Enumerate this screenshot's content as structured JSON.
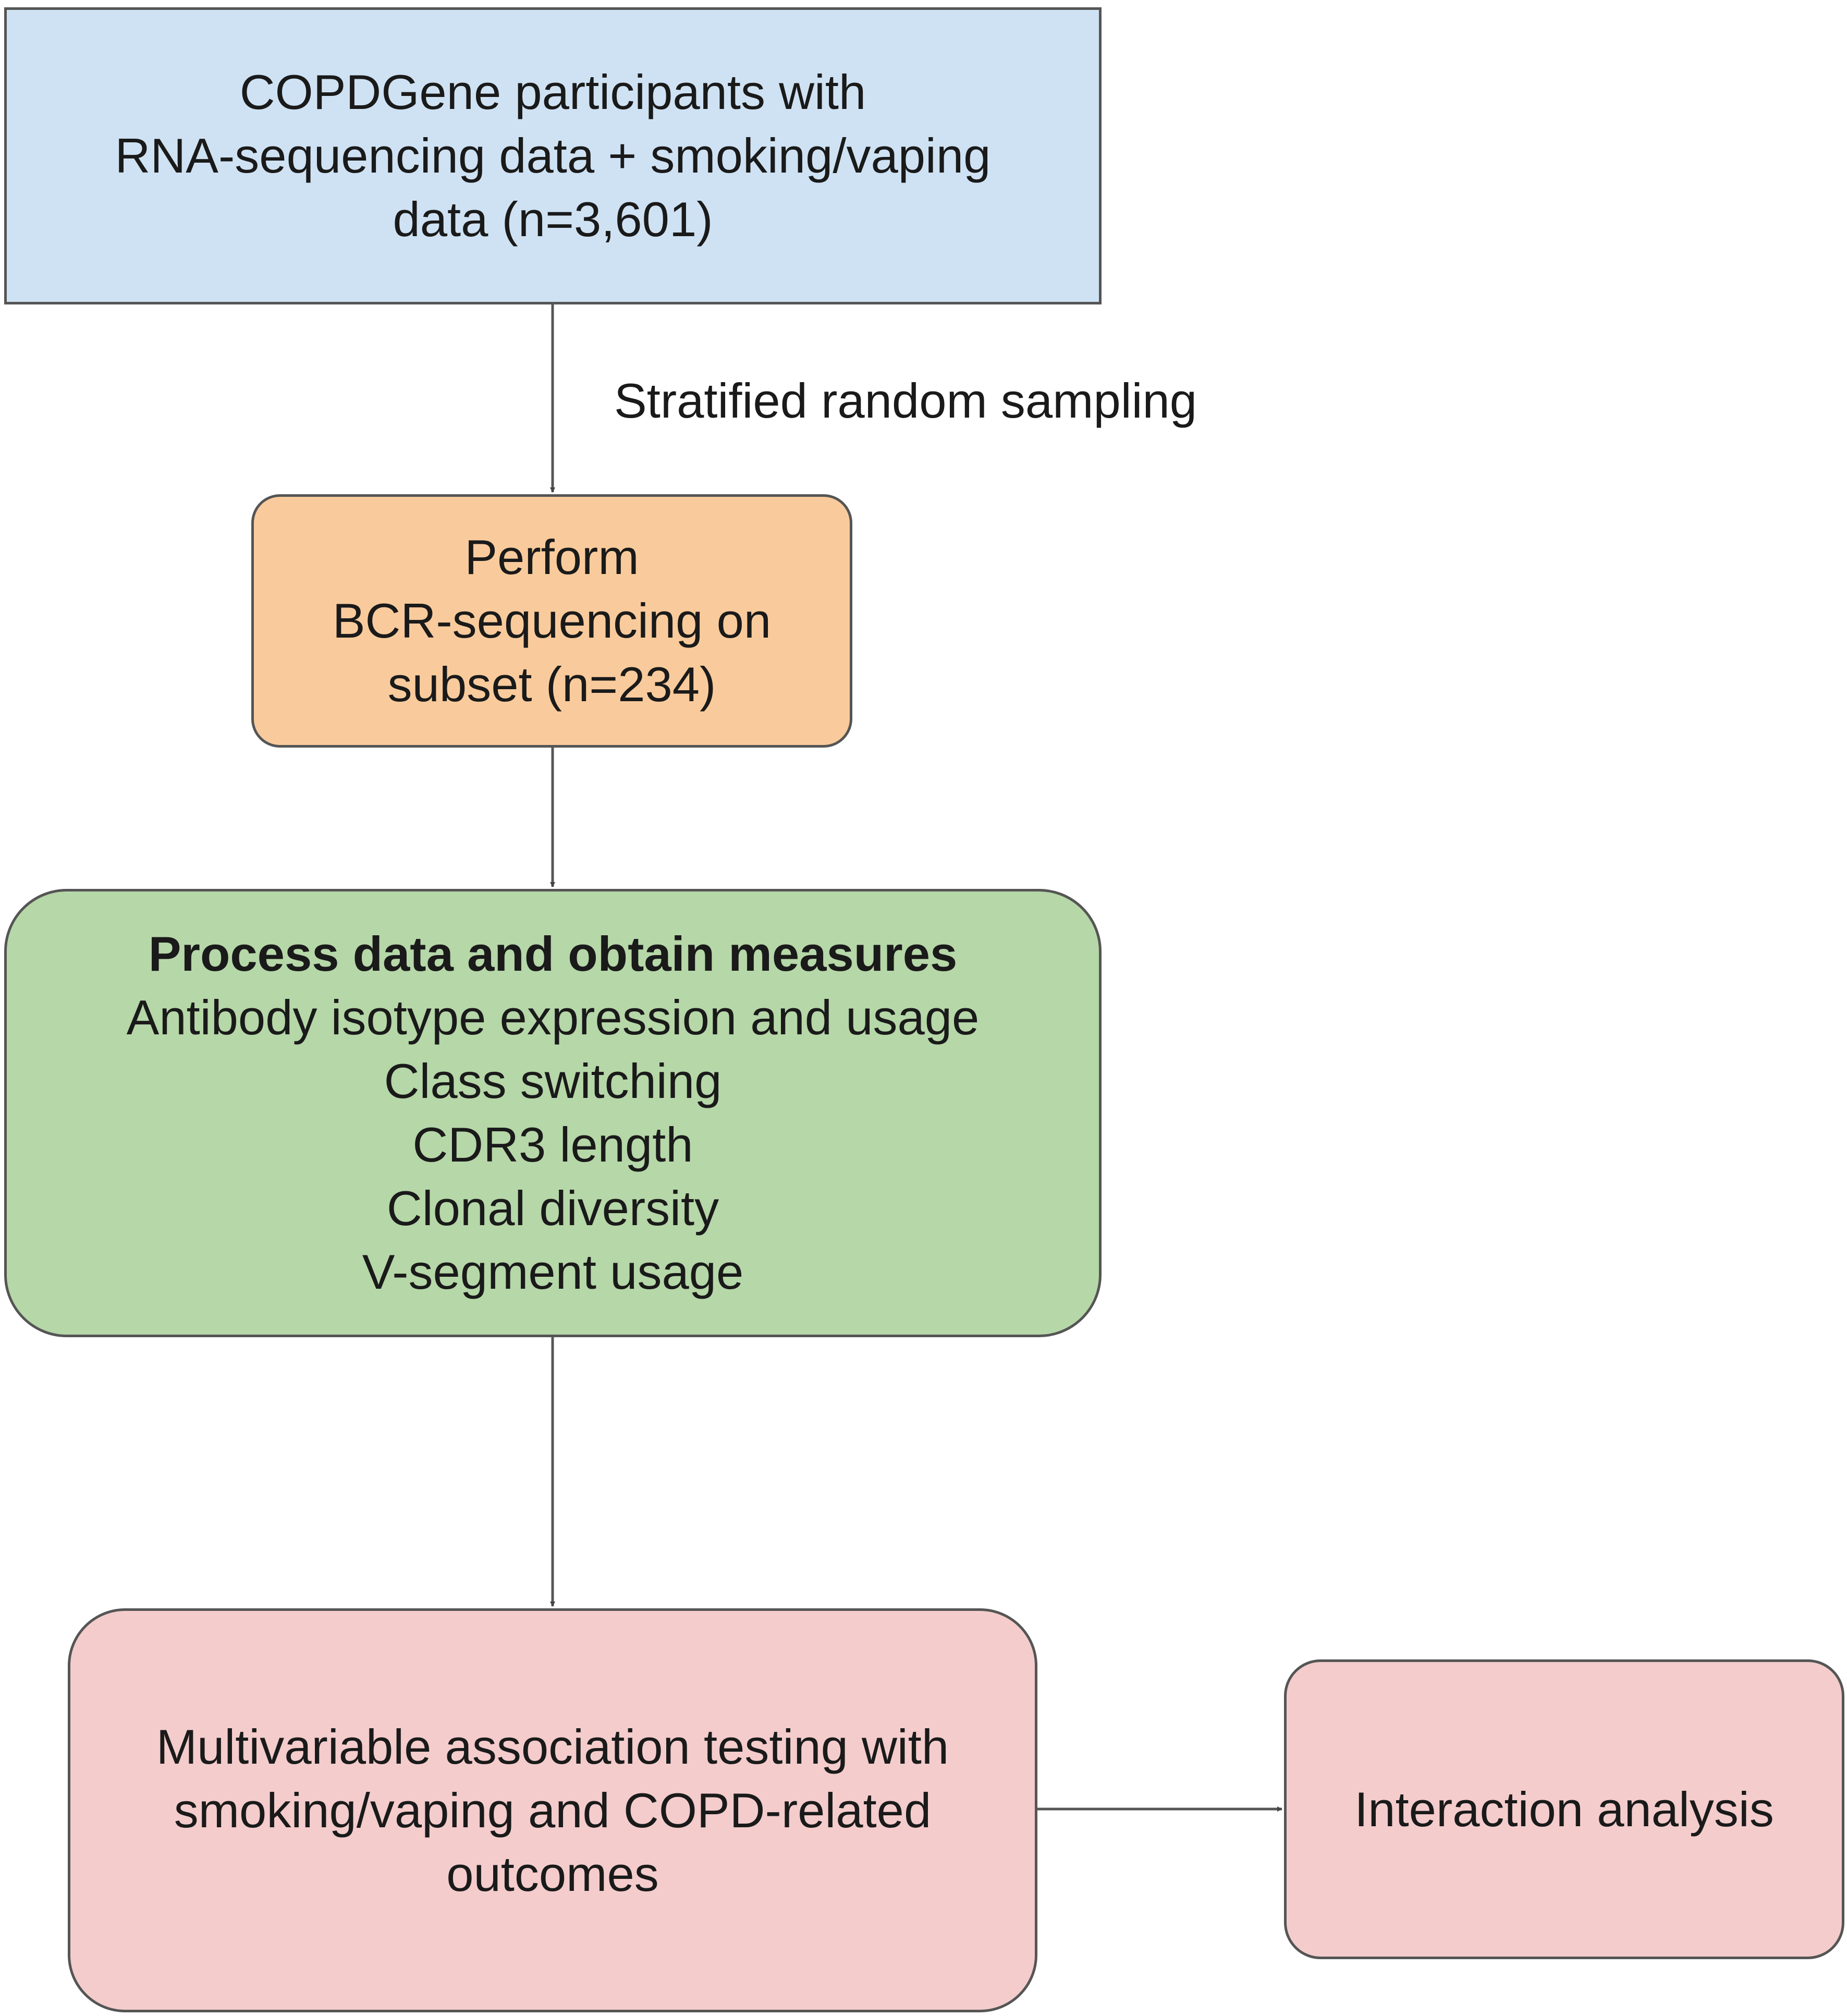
{
  "diagram": {
    "nodes": [
      {
        "id": "start",
        "fill": "#cfe2f3",
        "lines": [
          "COPDGene participants with",
          "RNA-sequencing data + smoking/vaping",
          "data (n=3,601)"
        ]
      },
      {
        "id": "bcr",
        "fill": "#f9cb9c",
        "lines": [
          "Perform",
          "BCR-sequencing on",
          "subset (n=234)"
        ]
      },
      {
        "id": "process",
        "fill": "#b6d7a8",
        "heading": "Process data and obtain measures",
        "lines": [
          "Antibody isotype expression and usage",
          "Class switching",
          "CDR3 length",
          "Clonal diversity",
          "V-segment usage"
        ]
      },
      {
        "id": "multivariable",
        "fill": "#f4cccc",
        "lines": [
          "Multivariable association testing with",
          "smoking/vaping and COPD-related",
          "outcomes"
        ]
      },
      {
        "id": "interaction",
        "fill": "#f4cccc",
        "lines": [
          "Interaction analysis"
        ]
      }
    ],
    "edges": [
      {
        "from": "start",
        "to": "bcr",
        "label": "Stratified random sampling"
      },
      {
        "from": "bcr",
        "to": "process",
        "label": ""
      },
      {
        "from": "process",
        "to": "multivariable",
        "label": ""
      },
      {
        "from": "multivariable",
        "to": "interaction",
        "label": ""
      }
    ],
    "line_color": "#555555"
  }
}
